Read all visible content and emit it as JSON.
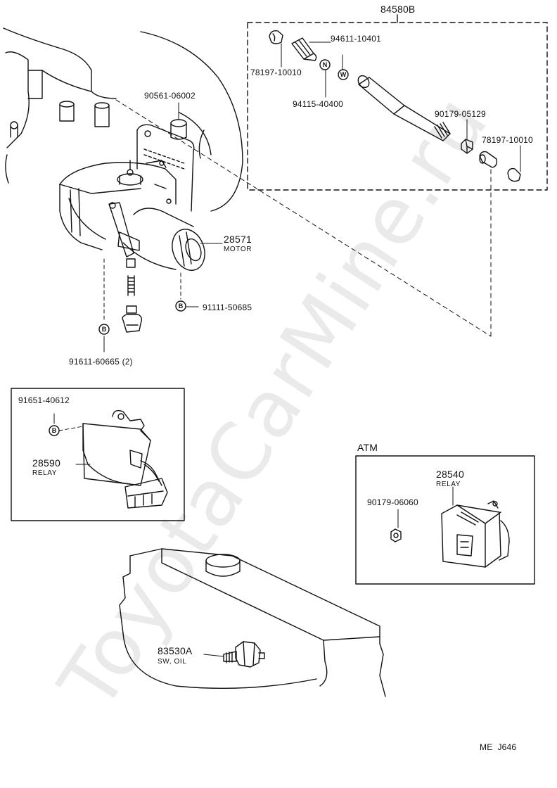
{
  "watermark": "ToyotaCarMine.ru",
  "footer_code": "ME  J646",
  "kit": {
    "number": "84580B",
    "parts": {
      "boot_left": "78197-10010",
      "pin": "94611-10401",
      "washer": "94115-40400",
      "nut": "90179-05129",
      "boot_right": "78197-10010"
    },
    "markers": {
      "n": "N",
      "w": "W"
    }
  },
  "motor": {
    "collar": "90561-06002",
    "number": "28571",
    "name": "MOTOR",
    "bolt": "91111-50685",
    "connector_bolt": "91611-60665 (2)"
  },
  "relay_box": {
    "bolt": "91651-40612",
    "number": "28590",
    "name": "RELAY"
  },
  "atm_box": {
    "title": "ATM",
    "nut": "90179-06060",
    "number": "28540",
    "name": "RELAY"
  },
  "oil_switch": {
    "number": "83530A",
    "name": "SW, OIL"
  },
  "markers": {
    "b": "B"
  }
}
